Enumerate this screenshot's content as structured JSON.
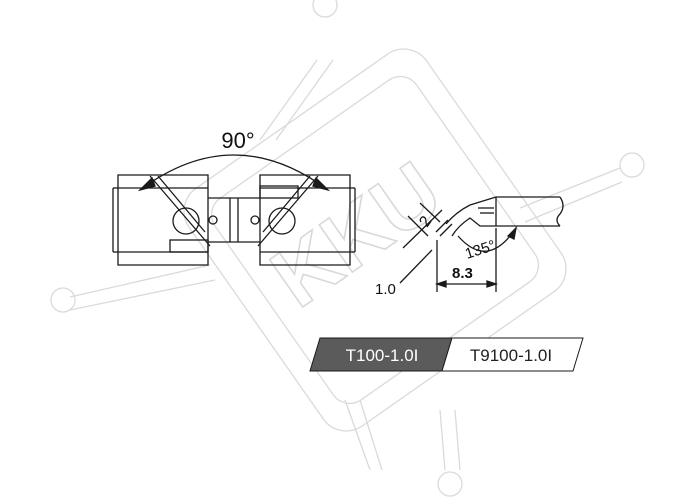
{
  "watermark": {
    "text": "KKU",
    "color": "#d9d9d9"
  },
  "front_view": {
    "angle_label": "90°"
  },
  "side_view": {
    "dim_width_label": "2",
    "dim_thickness_label": "1.0",
    "dim_length_label": "8.3",
    "dim_angle_label": "135°"
  },
  "models": {
    "primary": {
      "label": "T100-1.0I",
      "fill": "#5b5b5b",
      "text_color": "#ffffff"
    },
    "secondary": {
      "label": "T9100-1.0I",
      "fill": "#ffffff",
      "text_color": "#222222"
    }
  },
  "colors": {
    "line": "#1a1a1a",
    "background": "#ffffff"
  }
}
